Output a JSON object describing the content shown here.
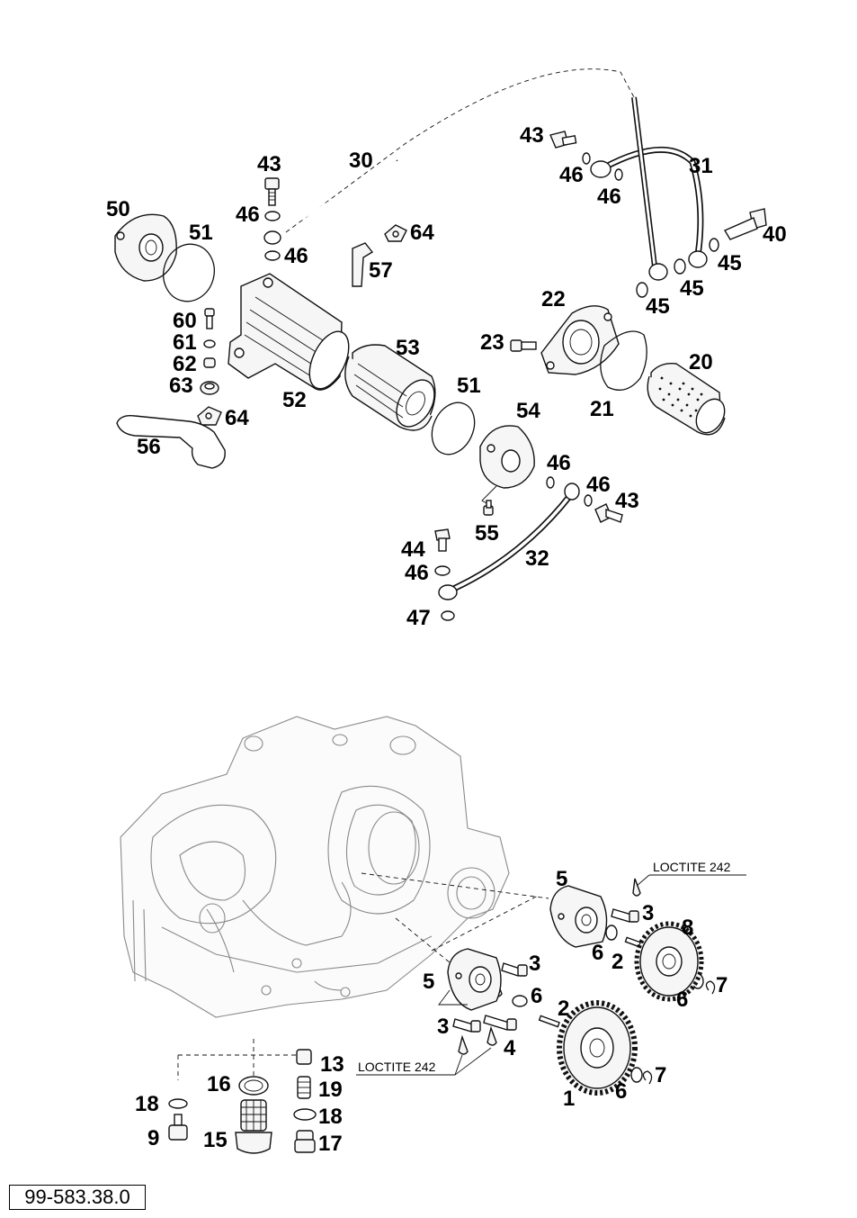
{
  "reference_code": "99-583.38.0",
  "notes": {
    "loctite_upper": "LOCTITE 242",
    "loctite_lower": "LOCTITE 242"
  },
  "callouts": {
    "c30": "30",
    "c31": "31",
    "c43a": "43",
    "c43b": "43",
    "c43c": "43",
    "c46a": "46",
    "c46b": "46",
    "c46c": "46",
    "c46d": "46",
    "c46e": "46",
    "c46f": "46",
    "c46g": "46",
    "c50": "50",
    "c51a": "51",
    "c51b": "51",
    "c64a": "64",
    "c64b": "64",
    "c57": "57",
    "c40": "40",
    "c45a": "45",
    "c45b": "45",
    "c45c": "45",
    "c60": "60",
    "c61": "61",
    "c62": "62",
    "c63": "63",
    "c52": "52",
    "c53": "53",
    "c22": "22",
    "c23": "23",
    "c20": "20",
    "c21": "21",
    "c56": "56",
    "c54": "54",
    "c55": "55",
    "c44": "44",
    "c32": "32",
    "c47": "47",
    "c5a": "5",
    "c5b": "5",
    "c3a": "3",
    "c3b": "3",
    "c3c": "3",
    "c8": "8",
    "c6a": "6",
    "c6b": "6",
    "c6c": "6",
    "c6d": "6",
    "c2a": "2",
    "c2b": "2",
    "c7a": "7",
    "c7b": "7",
    "c4": "4",
    "c1": "1",
    "c13": "13",
    "c16": "16",
    "c19": "19",
    "c18a": "18",
    "c18b": "18",
    "c9": "9",
    "c15": "15",
    "c17": "17"
  }
}
